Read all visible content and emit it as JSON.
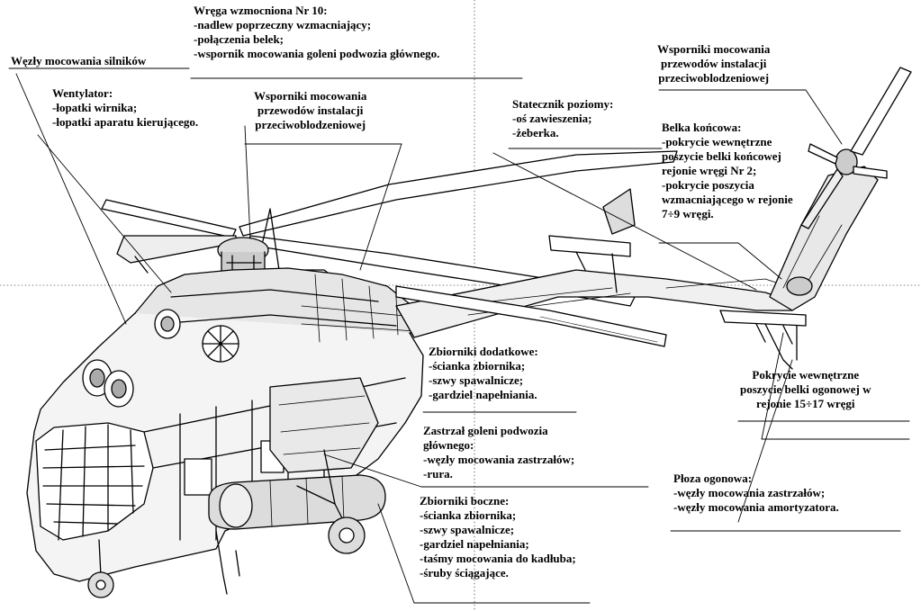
{
  "labels": {
    "wrega": {
      "title": "Wręga wzmocniona Nr 10:",
      "items": [
        "-nadlew poprzeczny wzmacniający;",
        "-połączenia belek;",
        "-wspornik mocowania goleni podwozia głównego."
      ]
    },
    "wezly_silnikow": {
      "title": "Węzły mocowania silników"
    },
    "wentylator": {
      "title": "Wentylator:",
      "items": [
        "-łopatki wirnika;",
        "-łopatki aparatu kierującego."
      ]
    },
    "wsporniki_left": {
      "lines": [
        "Wsporniki mocowania",
        "przewodów instalacji",
        "przeciwoblodzeniowej"
      ]
    },
    "statecznik": {
      "title": "Statecznik poziomy:",
      "items": [
        "-oś zawieszenia;",
        "-żeberka."
      ]
    },
    "wsporniki_right": {
      "lines": [
        "Wsporniki mocowania",
        "przewodów instalacji",
        "przeciwoblodzeniowej"
      ]
    },
    "belka": {
      "title": "Belka końcowa:",
      "items": [
        "-pokrycie wewnętrzne",
        "poszycie belki końcowej",
        "rejonie wręgi Nr 2;",
        "-pokrycie poszycia",
        "wzmacniającego w rejonie",
        "7÷9 wręgi."
      ]
    },
    "zbiorniki_dod": {
      "title": "Zbiorniki dodatkowe:",
      "items": [
        "-ścianka zbiornika;",
        "-szwy spawalnicze;",
        "-gardziel napełniania."
      ]
    },
    "pokrycie": {
      "lines": [
        "Pokrycie wewnętrzne",
        "poszycie belki ogonowej w",
        "rejonie 15÷17 wręgi"
      ]
    },
    "zastrzal": {
      "title": "Zastrzał goleni podwozia",
      "items": [
        "głównego:",
        "-węzły mocowania zastrzałów;",
        "-rura."
      ]
    },
    "ploza": {
      "title": "Płoza ogonowa:",
      "items": [
        "-węzły mocowania zastrzałów;",
        "-węzły mocowania amortyzatora."
      ]
    },
    "zbiorniki_bocz": {
      "title": "Zbiorniki boczne:",
      "items": [
        "-ścianka zbiornika;",
        "-szwy spawalnicze;",
        "-gardziel napełniania;",
        "-taśmy mocowania do kadłuba;",
        "-śruby ściągające."
      ]
    }
  }
}
